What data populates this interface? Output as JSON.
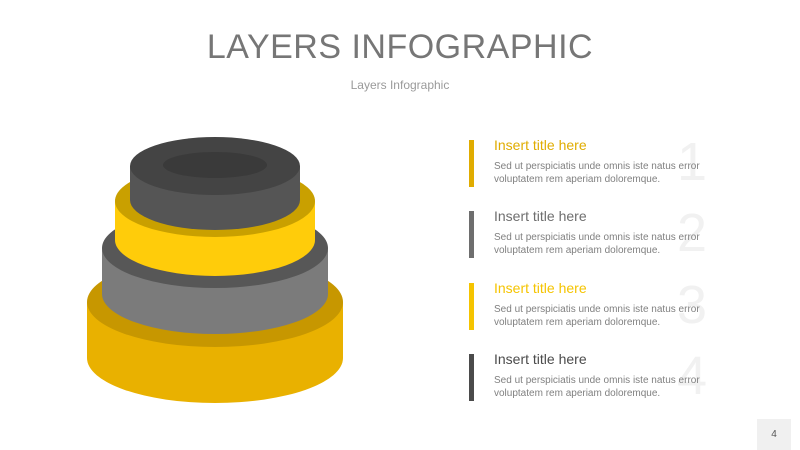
{
  "title": "LAYERS INFOGRAPHIC",
  "subtitle": "Layers Infographic",
  "colors": {
    "yellow": "#f5bc00",
    "yellow_dark": "#c99c00",
    "gray_dark": "#4b4b4b",
    "gray_mid": "#7a7a7a",
    "text_gray": "#808080"
  },
  "items": [
    {
      "number": "1",
      "title": "Insert title here",
      "text": "Sed ut perspiciatis unde omnis iste natus error voluptatem rem aperiam doloremque.",
      "accent": "#e0ac00"
    },
    {
      "number": "2",
      "title": "Insert title here",
      "text": "Sed ut perspiciatis unde omnis iste natus error voluptatem rem aperiam doloremque.",
      "accent": "#6e6e6e"
    },
    {
      "number": "3",
      "title": "Insert title here",
      "text": "Sed ut perspiciatis unde omnis iste natus error voluptatem rem aperiam doloremque.",
      "accent": "#f5c400"
    },
    {
      "number": "4",
      "title": "Insert title here",
      "text": "Sed ut perspiciatis unde omnis iste natus error voluptatem rem aperiam doloremque.",
      "accent": "#4b4b4b"
    }
  ],
  "page_number": "4"
}
